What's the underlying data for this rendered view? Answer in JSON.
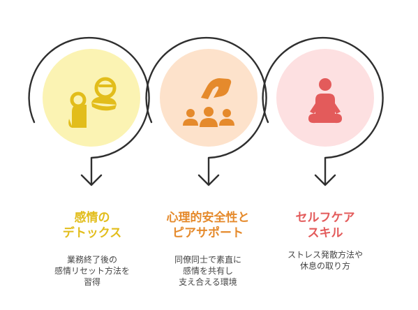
{
  "colors": {
    "item1_fill": "#fbf3b3",
    "item1_accent": "#e2bd1b",
    "item2_fill": "#fde2cb",
    "item2_accent": "#e58a2c",
    "item3_fill": "#fde0e1",
    "item3_accent": "#e35b5b",
    "ring": "#2f2f2f"
  },
  "items": [
    {
      "icon": "detox-faces-icon",
      "title_lines": [
        "感情の",
        "デトックス"
      ],
      "desc_lines": [
        "業務終了後の",
        "感情リセット方法を",
        "習得"
      ]
    },
    {
      "icon": "support-hand-people-icon",
      "title_lines": [
        "心理的安全性と",
        "ピアサポート"
      ],
      "desc_lines": [
        "同僚同士で素直に",
        "感情を共有し",
        "支え合える環境"
      ]
    },
    {
      "icon": "meditation-person-icon",
      "title_lines": [
        "セルフケア",
        "スキル"
      ],
      "desc_lines": [
        "ストレス発散方法や",
        "休息の取り方"
      ]
    }
  ]
}
